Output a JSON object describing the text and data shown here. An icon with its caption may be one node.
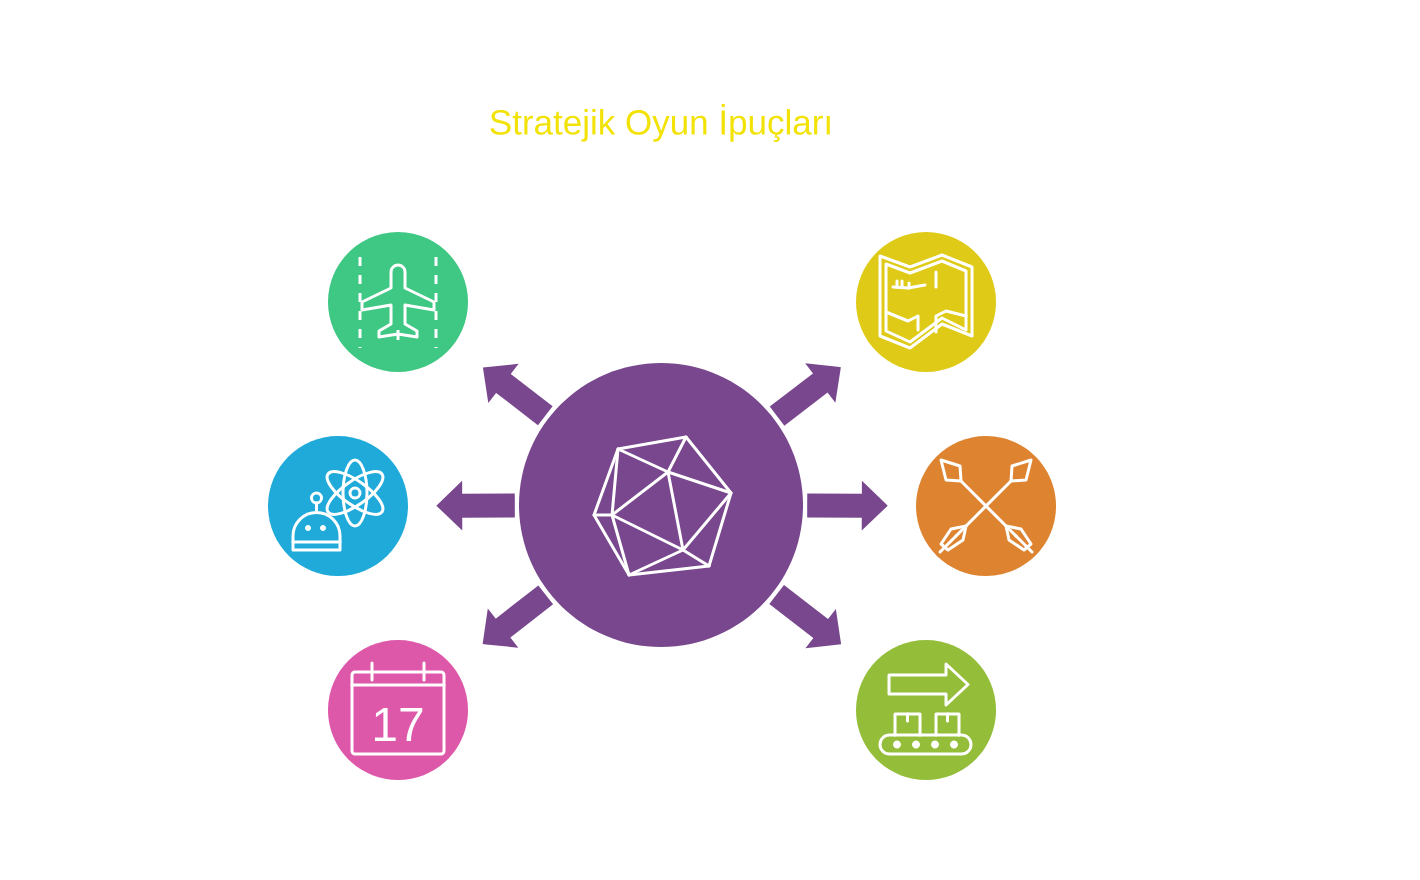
{
  "diagram": {
    "title": "Stratejik Oyun İpuçları",
    "nodes": [
      {
        "text": [],
        "shape": "circle"
      },
      {
        "text": [],
        "shape": "circle"
      },
      {
        "text": [],
        "shape": "circle"
      },
      {
        "text": [],
        "shape": "circle"
      },
      {
        "text": [],
        "shape": "circle"
      },
      {
        "text": [
          "17"
        ]
      },
      {
        "text": [],
        "shape": "circle"
      }
    ],
    "edges": [
      {
        "from": 0,
        "to": 1,
        "arrow": "to"
      },
      {
        "from": 0,
        "to": 2,
        "arrow": "to"
      },
      {
        "from": 0,
        "to": 3,
        "arrow": "to"
      },
      {
        "from": 0,
        "to": 4,
        "arrow": "to"
      },
      {
        "from": 0,
        "to": 5,
        "arrow": "to"
      },
      {
        "from": 0,
        "to": 6,
        "arrow": "to"
      }
    ]
  }
}
